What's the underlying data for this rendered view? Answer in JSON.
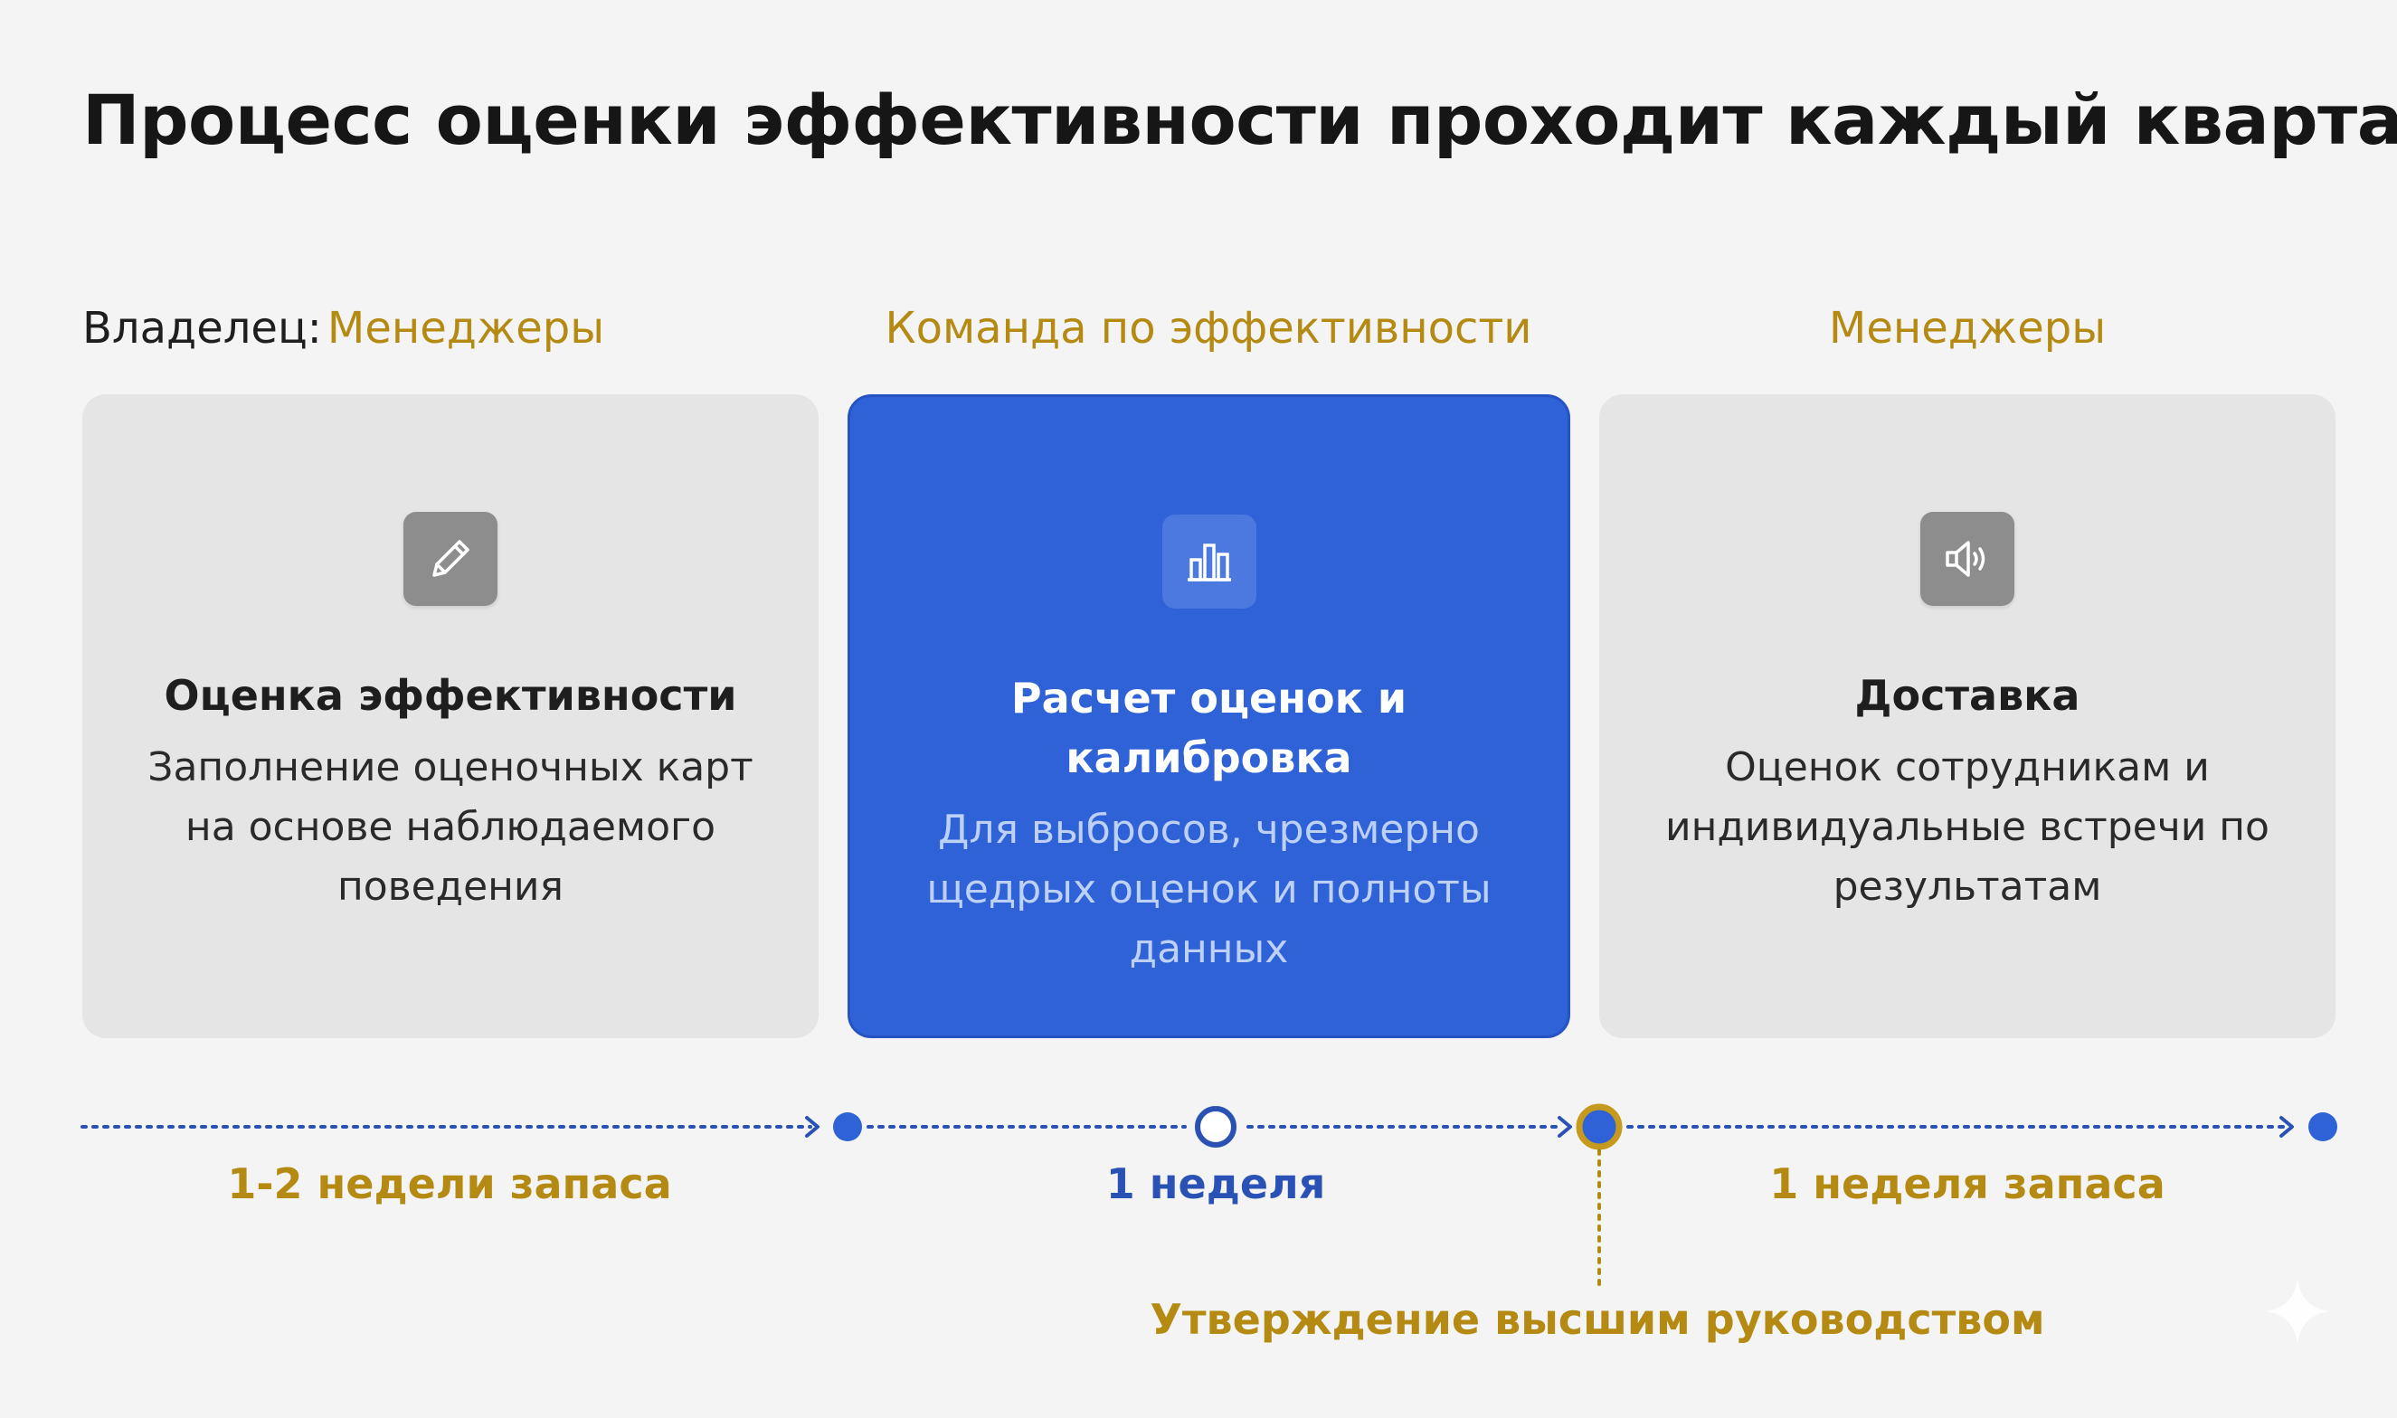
{
  "title": "Процесс оценки эффективности проходит каждый квартал",
  "owner_label": "Владелец:",
  "owners": [
    "Менеджеры",
    "Команда по эффективности",
    "Менеджеры"
  ],
  "cards": [
    {
      "icon": "pencil-icon",
      "title": "Оценка эффективности",
      "description": "Заполнение оценочных карт на основе наблюдаемого поведения"
    },
    {
      "icon": "bar-chart-icon",
      "title": "Расчет оценок и калибровка",
      "description": "Для выбросов, чрезмерно щедрых оценок и полноты данных"
    },
    {
      "icon": "speaker-icon",
      "title": "Доставка",
      "description": "Оценок сотрудникам и индивидуальные встречи по результатам"
    }
  ],
  "timeline": {
    "segments": [
      "1-2 недели запаса",
      "1 неделя",
      "1 неделя запаса"
    ],
    "approval": "Утверждение высшим руководством"
  },
  "colors": {
    "accent_gold": "#b58a13",
    "accent_blue": "#2f62d7",
    "timeline_blue": "#2a52b5",
    "card_gray": "#e5e5e5"
  }
}
